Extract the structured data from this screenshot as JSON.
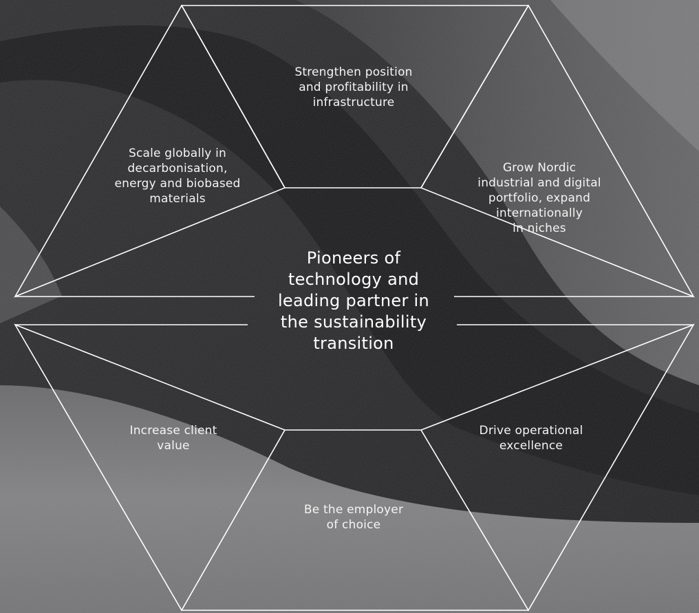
{
  "diagram": {
    "center": "Pioneers of\ntechnology and\nleading partner in\nthe sustainability\ntransition",
    "segments": [
      {
        "id": "top",
        "text": "Strengthen position\nand profitability in\ninfrastructure"
      },
      {
        "id": "upper-left",
        "text": "Scale globally in\ndecarbonisation,\nenergy and biobased\nmaterials"
      },
      {
        "id": "upper-right",
        "text": "Grow Nordic\nindustrial and digital\nportfolio, expand\ninternationally\nin niches"
      },
      {
        "id": "lower-left",
        "text": "Increase client\nvalue"
      },
      {
        "id": "lower-right",
        "text": "Drive operational\nexcellence"
      },
      {
        "id": "bottom",
        "text": "Be the employer\nof choice"
      }
    ]
  },
  "colors": {
    "line": "#ffffff",
    "text": "#ffffff",
    "background_dark": "#1b1b1d",
    "background_light": "#8a8a8a"
  }
}
